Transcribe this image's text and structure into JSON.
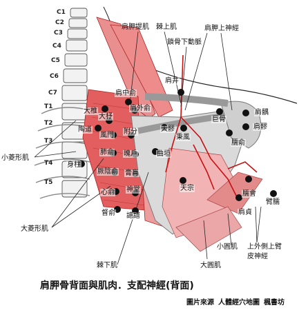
{
  "diagram": {
    "title": "肩胛骨背面與肌肉．支配神經(背面)",
    "credit": "圖片來源 人體經穴地圖 楓書坊",
    "vertebrae": [
      "C1",
      "C2",
      "C3",
      "C4",
      "C5",
      "C6",
      "C7",
      "T1",
      "T2",
      "T3",
      "T4",
      "T5"
    ],
    "muscle_labels": {
      "levator_scapulae": "肩胛提肌",
      "supraspinatus": "棘上肌",
      "suprascapular_nerve": "肩胛上神經",
      "subclavian_vein": "鎖骨下動脈",
      "rhomboid_minor": "小菱形肌",
      "rhomboid_major": "大菱形肌",
      "infraspinatus": "棘下肌",
      "teres_minor": "小圓肌",
      "teres_major": "大圓肌",
      "upper_lateral_cutaneous": "上外側上臂",
      "upper_lateral_cutaneous_2": "皮神經"
    },
    "points": {
      "jianjing": "肩井",
      "jianzhongshu": "肩中俞",
      "jianwaishu": "肩外俞",
      "dazhui": "大椎",
      "dazhu": "大杼",
      "fengmen": "風門",
      "taodao": "陶道",
      "fufen": "附分",
      "feishu": "肺俞",
      "pohu": "魄戶",
      "shenzhu": "身柱",
      "jueyinshu": "厥陰俞",
      "gaohuang": "膏肓",
      "xinshu": "心俞",
      "shentang": "神堂",
      "dushu": "督俞",
      "yixi": "譩譆",
      "bingfeng": "秉風",
      "quyuan": "曲垣",
      "tianliao": "天髎",
      "jugu": "巨骨",
      "jianyu": "肩髃",
      "jianliao": "肩髎",
      "naoshu": "臑俞",
      "tianzong": "天宗",
      "jianzhen": "肩貞",
      "naohui": "臑會",
      "binao": "臂臑"
    }
  }
}
